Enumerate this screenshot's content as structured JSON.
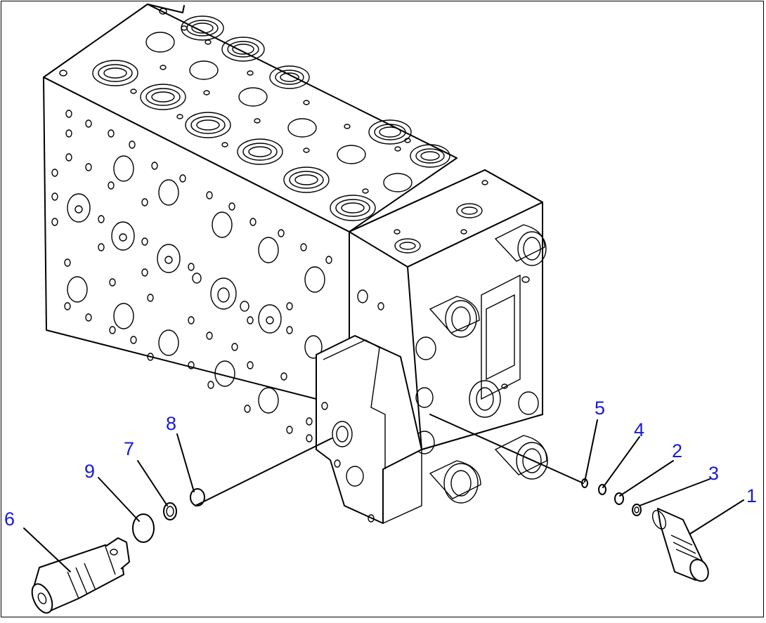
{
  "figure": {
    "background": "#ffffff",
    "line_color": "#000000",
    "callout_color": "#1a1ad6"
  },
  "callouts": [
    {
      "id": "1",
      "label": "1"
    },
    {
      "id": "2",
      "label": "2"
    },
    {
      "id": "3",
      "label": "3"
    },
    {
      "id": "4",
      "label": "4"
    },
    {
      "id": "5",
      "label": "5"
    },
    {
      "id": "6",
      "label": "6"
    },
    {
      "id": "7",
      "label": "7"
    },
    {
      "id": "8",
      "label": "8"
    },
    {
      "id": "9",
      "label": "9"
    }
  ]
}
